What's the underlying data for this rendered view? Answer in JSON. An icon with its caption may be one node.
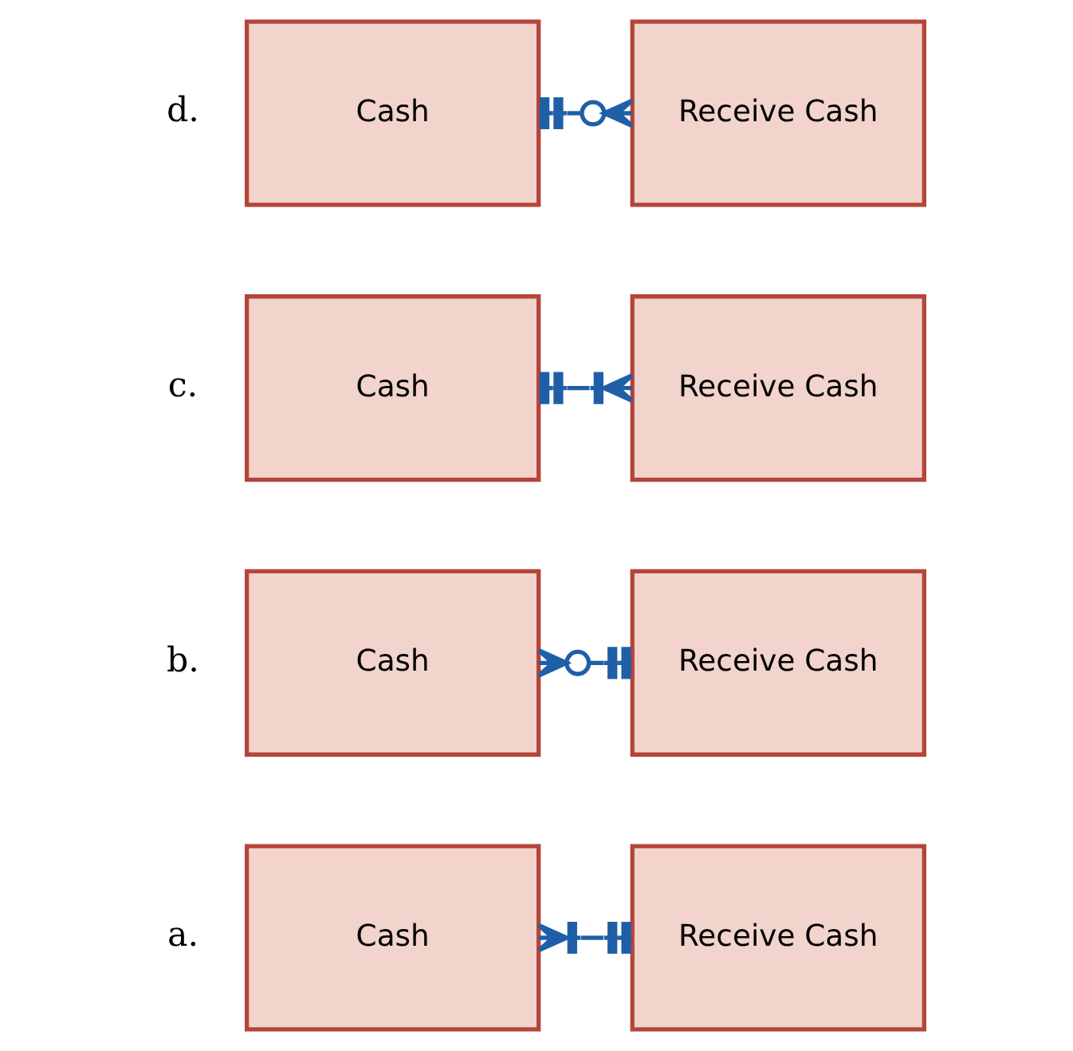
{
  "diagram": {
    "nodes": [
      {
        "text": [
          "Cash"
        ]
      },
      {
        "text": [
          "Receive Cash"
        ]
      },
      {
        "text": [
          "Cash"
        ]
      },
      {
        "text": [
          "Receive Cash"
        ]
      },
      {
        "text": [
          "Cash"
        ]
      },
      {
        "text": [
          "Receive Cash"
        ]
      },
      {
        "text": [
          "Cash"
        ]
      },
      {
        "text": [
          "Receive Cash"
        ]
      }
    ],
    "edges": [
      {
        "from": 0,
        "to": 1,
        "arrow": "other"
      },
      {
        "from": 2,
        "to": 3,
        "arrow": "other"
      },
      {
        "from": 4,
        "to": 5,
        "arrow": "other"
      },
      {
        "from": 6,
        "to": 7,
        "arrow": "other"
      }
    ],
    "labels": [
      "a.",
      "b.",
      "c.",
      "d."
    ]
  }
}
